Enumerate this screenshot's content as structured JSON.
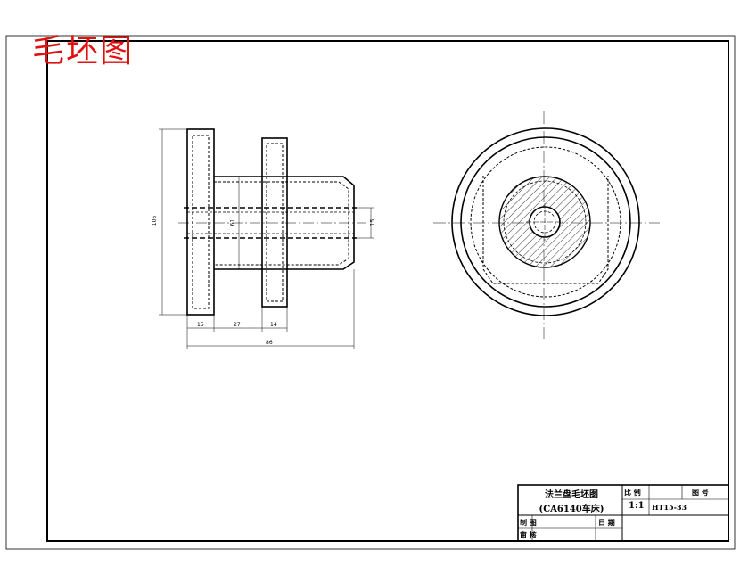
{
  "title": "毛坯图",
  "colors": {
    "line": "#000000",
    "title": "#e01010",
    "hatch": "#000000"
  },
  "dimensions": {
    "overall_diameter": "106",
    "hub_diameter": "61",
    "bore_diameter": "15",
    "flange_width": "15",
    "gap_length": "27",
    "ring_width": "14",
    "overall_length": "86"
  },
  "title_block": {
    "part_name": "法兰盘毛坯图",
    "machine": "(CA6140车床)",
    "scale_label": "比 例",
    "drawing_no_label": "图 号",
    "scale_value": "1:1",
    "material": "HT15-33",
    "drawn_label": "制 图",
    "date_label": "日 期",
    "checked_label": "审 核"
  }
}
